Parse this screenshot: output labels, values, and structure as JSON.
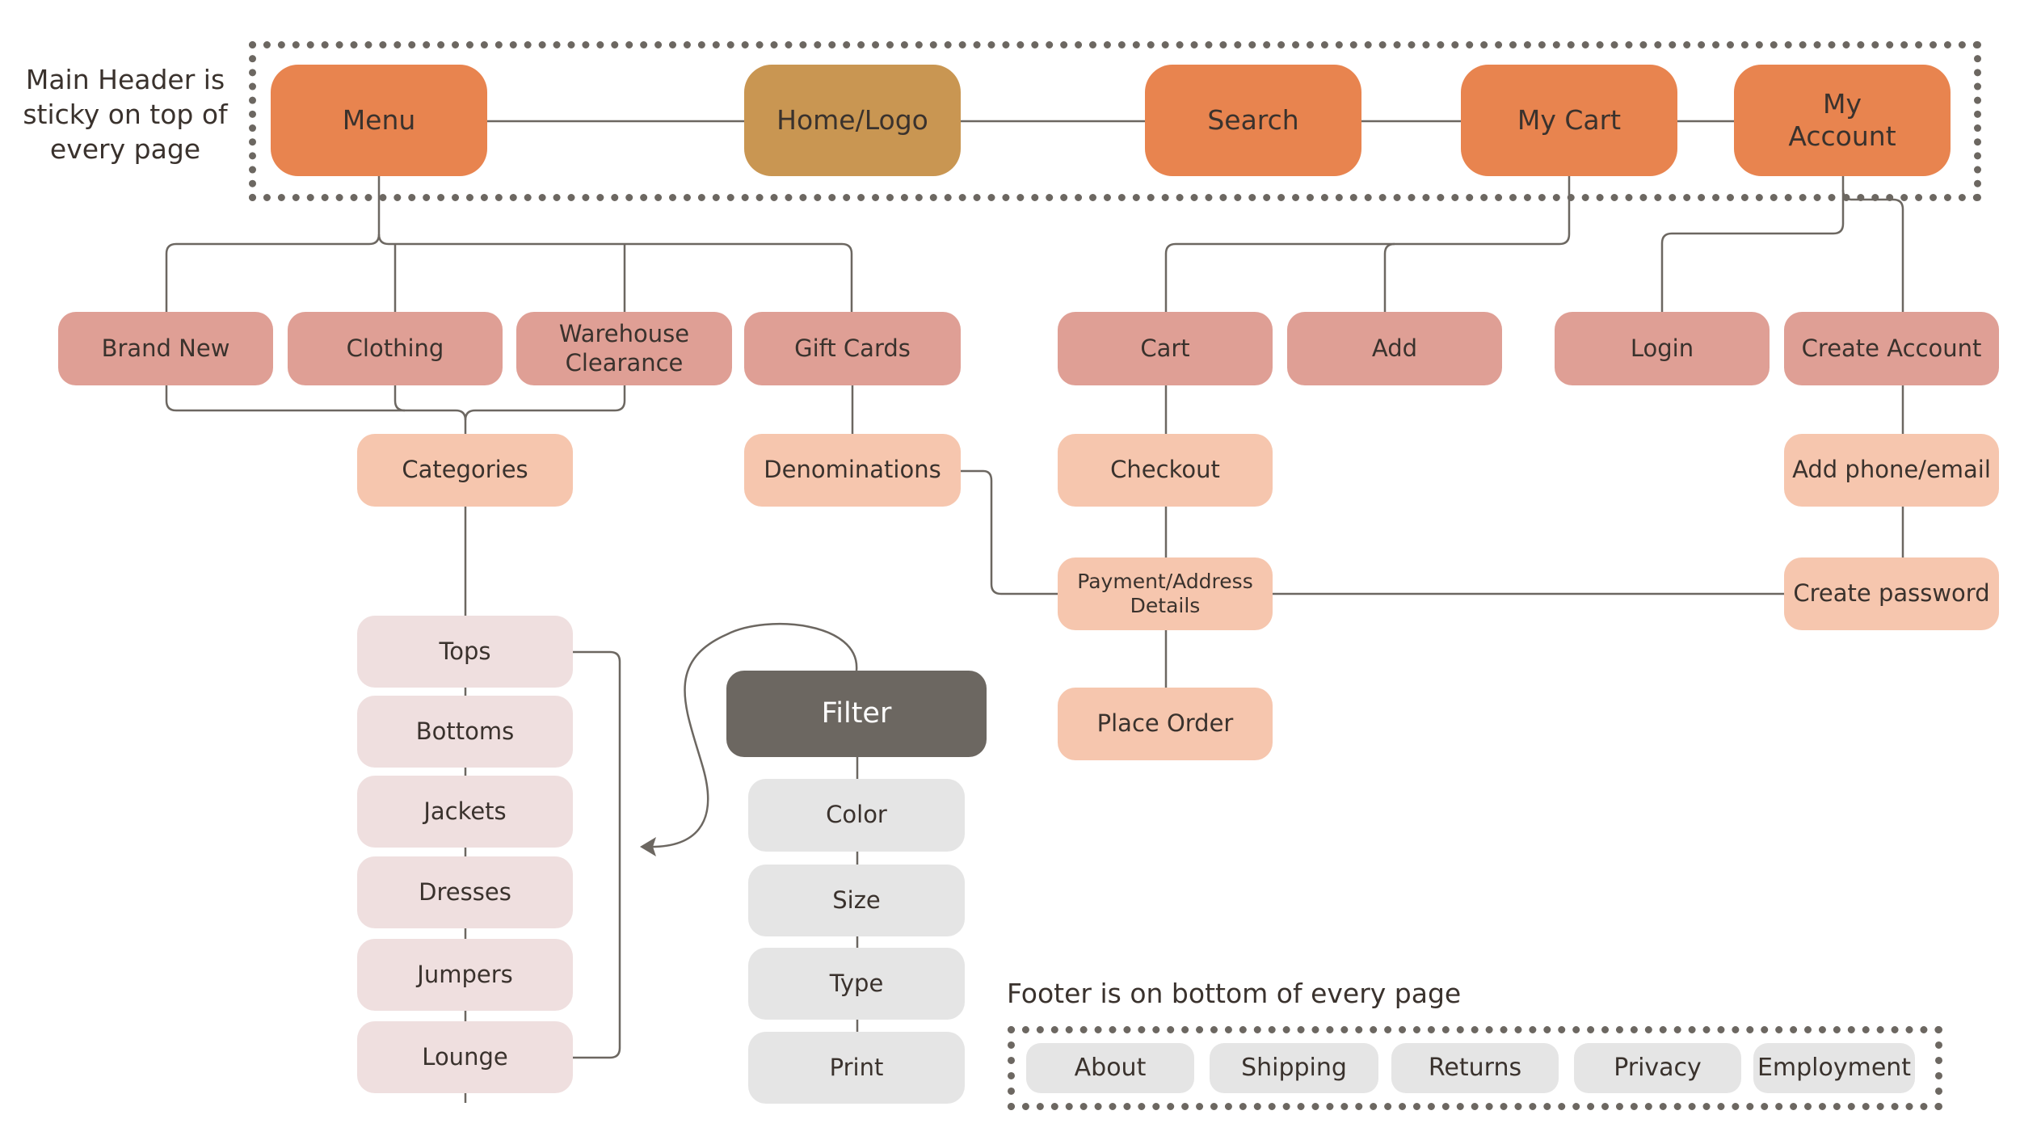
{
  "notes": {
    "header_note": "Main Header is sticky on top of every page",
    "footer_note": "Footer is on bottom of every page"
  },
  "header": {
    "menu": "Menu",
    "home_logo": "Home/Logo",
    "search": "Search",
    "my_cart": "My Cart",
    "my_account": "My Account"
  },
  "menu_children": {
    "brand_new": "Brand New",
    "clothing": "Clothing",
    "warehouse_clearance": "Warehouse Clearance",
    "gift_cards": "Gift Cards",
    "categories": "Categories",
    "denominations": "Denominations"
  },
  "categories_list": [
    "Tops",
    "Bottoms",
    "Jackets",
    "Dresses",
    "Jumpers",
    "Lounge"
  ],
  "filter": {
    "title": "Filter",
    "options": [
      "Color",
      "Size",
      "Type",
      "Print"
    ]
  },
  "cart_flow": {
    "cart": "Cart",
    "add": "Add",
    "checkout": "Checkout",
    "payment_address": "Payment/Address Details",
    "place_order": "Place Order"
  },
  "account_flow": {
    "login": "Login",
    "create_account": "Create Account",
    "add_phone_email": "Add phone/email",
    "create_password": "Create password"
  },
  "footer": {
    "items": [
      "About",
      "Shipping",
      "Returns",
      "Privacy",
      "Employment"
    ]
  },
  "colors": {
    "header_node": "#e8844f",
    "logo_node": "#c99652",
    "level2_node": "#df9f95",
    "level3_node": "#f6c6ae",
    "category_node": "#efdfdf",
    "filter_head": "#6c6761",
    "filter_option": "#e5e5e5",
    "connector": "#6c6761"
  }
}
